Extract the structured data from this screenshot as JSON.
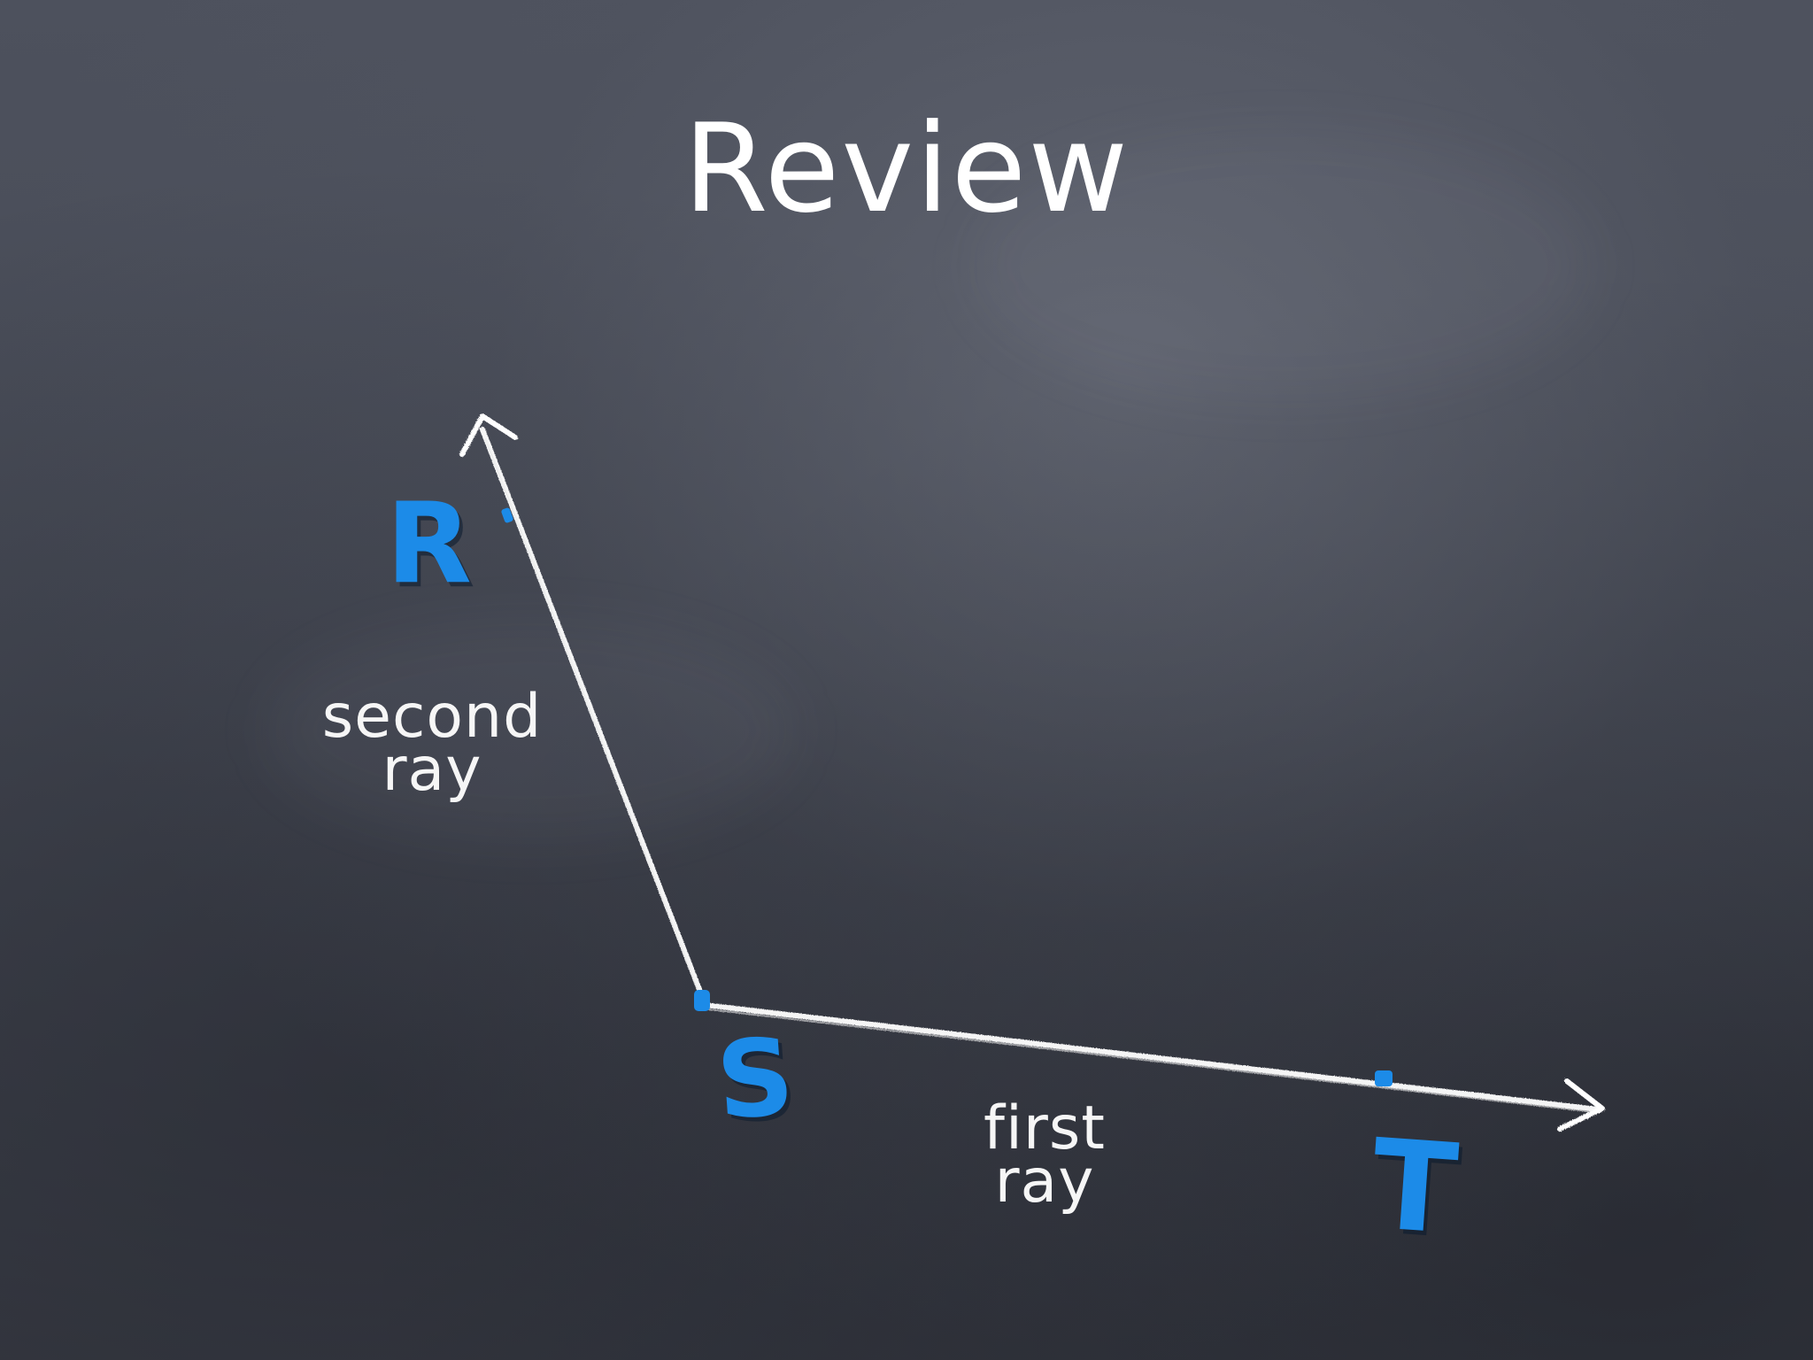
{
  "slide": {
    "title": "Review"
  },
  "diagram": {
    "points": {
      "R": "R",
      "S": "S",
      "T": "T"
    },
    "ray_labels": {
      "second_line1": "second",
      "second_line2": "ray",
      "first_line1": "first",
      "first_line2": "ray"
    },
    "colors": {
      "chalkboard": "#474b56",
      "chalk": "#ffffff",
      "point_blue": "#1c8be8"
    }
  }
}
